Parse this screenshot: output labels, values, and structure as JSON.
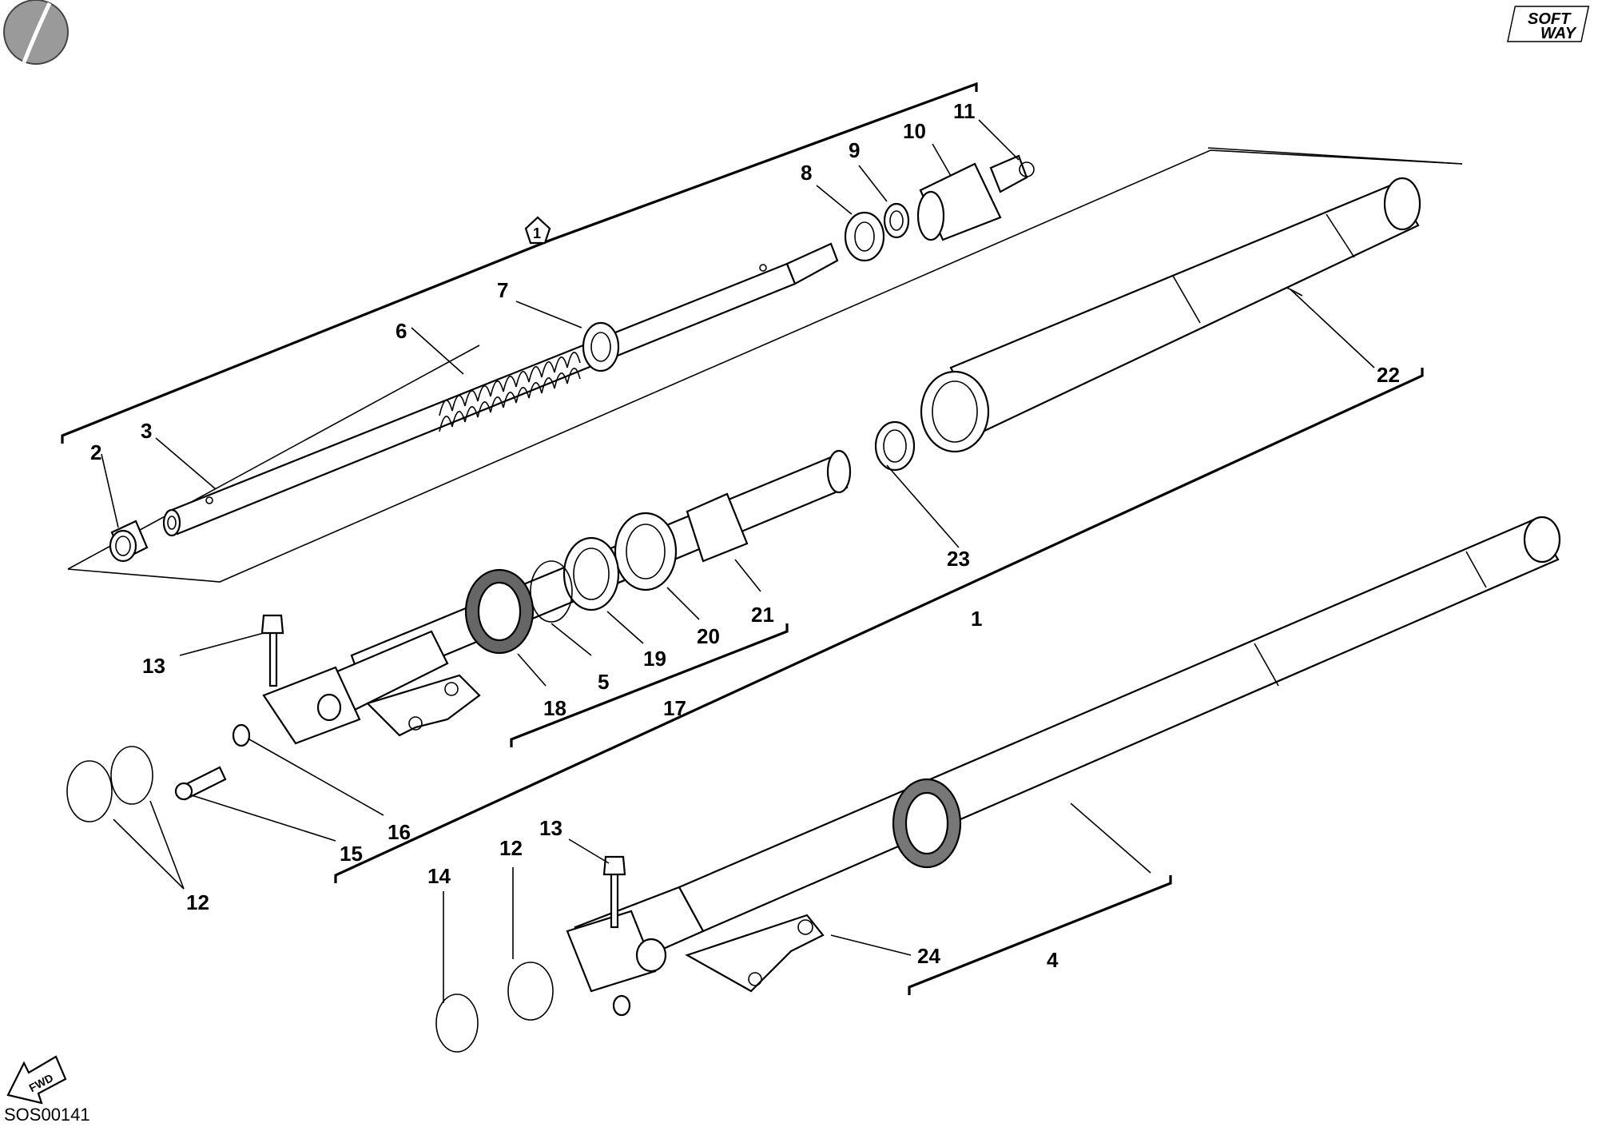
{
  "diagram": {
    "code": "SOS00141",
    "brand": {
      "line1": "SOFT",
      "line2": "WAY"
    },
    "fwd_label": "FWD",
    "group_symbol_label": "1",
    "callouts": [
      {
        "id": "2",
        "label": "2"
      },
      {
        "id": "3",
        "label": "3"
      },
      {
        "id": "6",
        "label": "6"
      },
      {
        "id": "7",
        "label": "7"
      },
      {
        "id": "8",
        "label": "8"
      },
      {
        "id": "9",
        "label": "9"
      },
      {
        "id": "10",
        "label": "10"
      },
      {
        "id": "11",
        "label": "11"
      },
      {
        "id": "22",
        "label": "22"
      },
      {
        "id": "23",
        "label": "23"
      },
      {
        "id": "1",
        "label": "1"
      },
      {
        "id": "21",
        "label": "21"
      },
      {
        "id": "20",
        "label": "20"
      },
      {
        "id": "19",
        "label": "19"
      },
      {
        "id": "5",
        "label": "5"
      },
      {
        "id": "18",
        "label": "18"
      },
      {
        "id": "17",
        "label": "17"
      },
      {
        "id": "13a",
        "label": "13"
      },
      {
        "id": "16",
        "label": "16"
      },
      {
        "id": "15",
        "label": "15"
      },
      {
        "id": "12a",
        "label": "12"
      },
      {
        "id": "14",
        "label": "14"
      },
      {
        "id": "12b",
        "label": "12"
      },
      {
        "id": "13b",
        "label": "13"
      },
      {
        "id": "24",
        "label": "24"
      },
      {
        "id": "4",
        "label": "4"
      }
    ]
  }
}
